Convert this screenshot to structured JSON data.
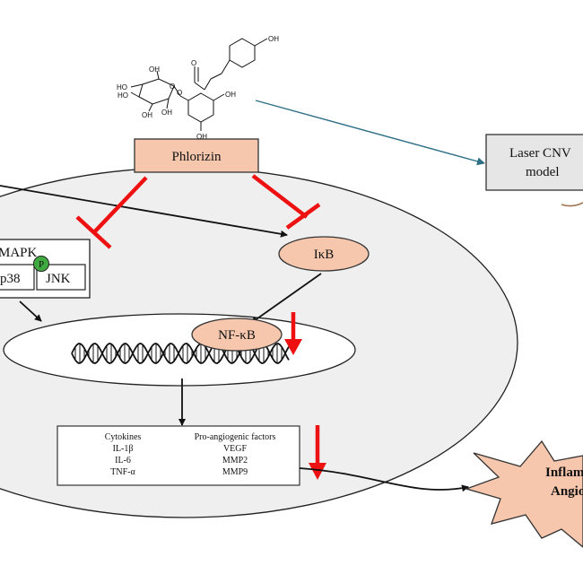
{
  "molecule": {
    "hydroxyl_labels": [
      "OH",
      "OH",
      "HO",
      "HO",
      "OH",
      "OH",
      "OH",
      "OH"
    ],
    "oxygen_labels": [
      "O",
      "O",
      "O"
    ]
  },
  "phlorizin": {
    "label": "Phlorizin"
  },
  "model": {
    "line1": "Laser CNV",
    "line2": "model"
  },
  "mapk": {
    "label": "MAPK",
    "p38": "p38",
    "jnk": "JNK",
    "phospho": "P"
  },
  "ikb": {
    "label": "IκB"
  },
  "nfkb": {
    "label": "NF-κB"
  },
  "factors": {
    "cytokines_header": "Cytokines",
    "cytokines": [
      "IL-1β",
      "IL-6",
      "TNF-α"
    ],
    "angio_header": "Pro-angiogenic  factors",
    "angio": [
      "VEGF",
      "MMP2",
      "MMP9"
    ]
  },
  "outcome": {
    "line1": "Inflam",
    "line2": "Angio"
  },
  "colors": {
    "inhibit_red": "#ee1111",
    "box_fill": "#f6c7ad",
    "cell_fill": "#efefef",
    "model_fill": "#e6e6e6",
    "phospho_green": "#3faa3f",
    "teal_arrow": "#2f6f86"
  }
}
